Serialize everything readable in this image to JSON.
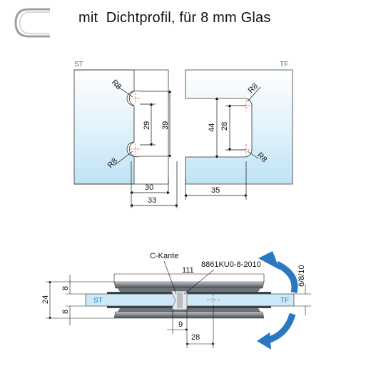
{
  "title": "mit  Dichtprofil, für 8 mm Glas",
  "top_view": {
    "left_panel_label": "ST",
    "right_panel_label": "TF",
    "radius_labels": [
      "R8",
      "R8",
      "R8",
      "R8"
    ],
    "left_dims": {
      "inner": "29",
      "outer": "39",
      "bottom_1": "30",
      "bottom_2": "33"
    },
    "right_dims": {
      "outer": "44",
      "inner": "28",
      "bottom": "35"
    }
  },
  "side_view": {
    "ckante_label": "C-Kante",
    "part_label": "8861KU0-8-2010",
    "width_label": "111",
    "left_labels": {
      "height": "24",
      "top": "8",
      "bottom": "8"
    },
    "glass_left": "ST",
    "glass_right": "TF",
    "right_label": "6/8/10",
    "dim_9": "9",
    "dim_28": "28"
  },
  "colors": {
    "glass": "#cde9f7",
    "accent": "#1a7bc1",
    "arrow": "#2a78c2",
    "metal": "#8f959a"
  }
}
